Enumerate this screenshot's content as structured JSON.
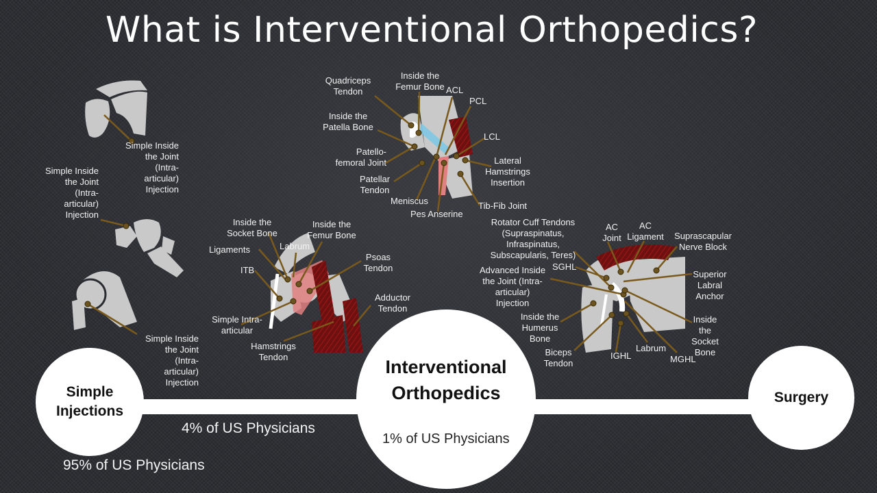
{
  "title": "What is Interventional Orthopedics?",
  "nodes": {
    "simple": "Simple\nInjections",
    "interventional": "Interventional\nOrthopedics",
    "surgery": "Surgery"
  },
  "stats": {
    "simple": "95% of US Physicians",
    "between": "4% of US Physicians",
    "interventional": "1% of US Physicians"
  },
  "labels": {
    "shoulder_simple": "Simple Inside\nthe Joint\n(Intra-\narticular)\nInjection",
    "ankle_simple": "Simple Inside\nthe Joint\n(Intra-\narticular)\nInjection",
    "hip_simple": "Simple Inside\nthe Joint\n(Intra-\narticular)\nInjection",
    "hip_socket": "Inside the\nSocket Bone",
    "hip_femur": "Inside the\nFemur Bone",
    "hip_ligaments": "Ligaments",
    "hip_labrum": "Labrum",
    "hip_psoas": "Psoas\nTendon",
    "hip_itb": "ITB",
    "hip_adductor": "Adductor\nTendon",
    "hip_intra": "Simple Intra-\narticular",
    "hip_hamstrings": "Hamstrings\nTendon",
    "knee_quad": "Quadriceps\nTendon",
    "knee_femur": "Inside the\nFemur Bone",
    "knee_acl": "ACL",
    "knee_pcl": "PCL",
    "knee_patella": "Inside the\nPatella Bone",
    "knee_lcl": "LCL",
    "knee_pf": "Patello-\nfemoral Joint",
    "knee_lat_ham": "Lateral\nHamstrings\nInsertion",
    "knee_patellar": "Patellar\nTendon",
    "knee_meniscus": "Meniscus",
    "knee_tibfib": "Tib-Fib Joint",
    "knee_pes": "Pes Anserine",
    "sh_rotator": "Rotator Cuff Tendons\n(Supraspinatus,\nInfraspinatus,\nSubscapularis, Teres)",
    "sh_ac_joint": "AC\nJoint",
    "sh_ac_lig": "AC\nLigament",
    "sh_suprascap": "Suprascapular\nNerve Block",
    "sh_sghl": "SGHL",
    "sh_advanced": "Advanced Inside\nthe Joint (Intra-\narticular)\nInjection",
    "sh_superior": "Superior\nLabral\nAnchor",
    "sh_humerus": "Inside the\nHumerus\nBone",
    "sh_socket": "Inside\nthe\nSocket\nBone",
    "sh_biceps": "Biceps\nTendon",
    "sh_ighl": "IGHL",
    "sh_labrum": "Labrum",
    "sh_mghl": "MGHL"
  },
  "colors": {
    "background": "#2a2c31",
    "bone": "#c9c9c9",
    "leader": "#7a5a1c",
    "dot": "#6b5420",
    "muscle": "#8b1414",
    "node_fill": "#ffffff"
  }
}
